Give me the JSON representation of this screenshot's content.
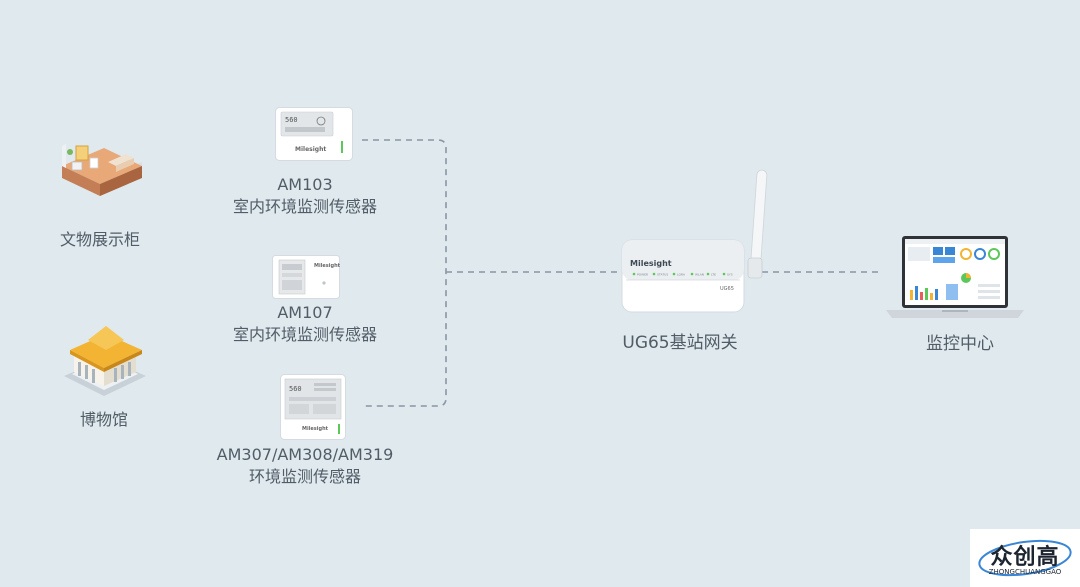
{
  "scenes": {
    "exhibit": {
      "label": "文物展示柜",
      "icon": "exhibit-room-icon"
    },
    "museum": {
      "label": "博物馆",
      "icon": "museum-building-icon"
    }
  },
  "sensors": [
    {
      "model": "AM103",
      "desc": "室内环境监测传感器",
      "screen": "560",
      "brand": "Milesight"
    },
    {
      "model": "AM107",
      "desc": "室内环境监测传感器",
      "screen": "",
      "brand": "Milesight"
    },
    {
      "model": "AM307/AM308/AM319",
      "desc": "环境监测传感器",
      "screen": "560",
      "brand": "Milesight"
    }
  ],
  "gateway": {
    "label": "UG65基站网关",
    "brand": "Milesight",
    "model_tag": "UG65",
    "leds": [
      "POWER",
      "STATUS",
      "LORA",
      "WLAN",
      "LTE",
      "SYS"
    ]
  },
  "monitor": {
    "label": "监控中心"
  },
  "watermark": {
    "main": "众创高",
    "sub": "ZHONGCHUANGGAO"
  },
  "colors": {
    "background": "#dfe9ee",
    "dashed_line": "#8a96a3",
    "accent_green": "#5cc85a",
    "museum_roof": "#f2b432",
    "room_floor": "#e8a878"
  }
}
